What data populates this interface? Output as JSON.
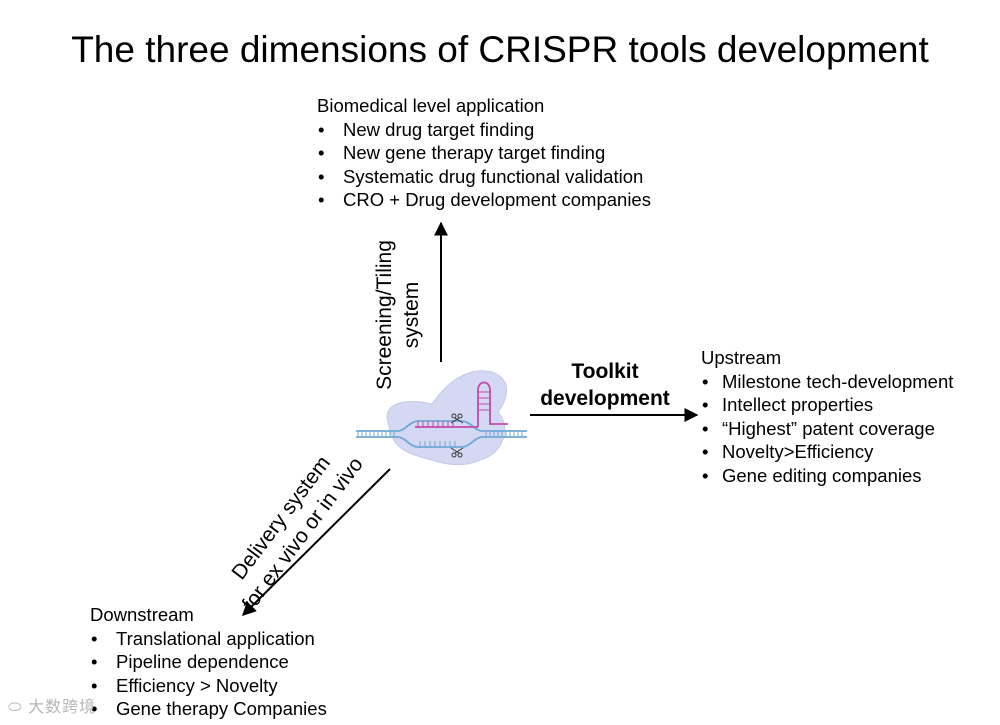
{
  "title": "The three dimensions of CRISPR tools development",
  "top": {
    "heading": "Biomedical level application",
    "items": [
      "New drug target finding",
      "New gene therapy target finding",
      "Systematic drug functional validation",
      "CRO + Drug development companies"
    ]
  },
  "right": {
    "heading": "Upstream",
    "items": [
      "Milestone tech-development",
      "Intellect properties",
      "“Highest” patent coverage",
      "Novelty>Efficiency",
      "Gene editing companies"
    ]
  },
  "bottom": {
    "heading": "Downstream",
    "items": [
      "Translational application",
      "Pipeline dependence",
      "Efficiency > Novelty",
      "Gene therapy Companies"
    ]
  },
  "axes": {
    "screening": [
      "Screening/Tiling",
      "system"
    ],
    "toolkit": [
      "Toolkit",
      "development"
    ],
    "delivery": [
      "Delivery system",
      "for ex vivo or in vivo"
    ]
  },
  "colors": {
    "blob": "#d4d8f2",
    "dna": "#6fa8d6",
    "rna": "#c24aa8",
    "arrow": "#000000"
  },
  "icons": {
    "center": "crispr-cas-complex-icon",
    "scissors": "scissors-icon"
  },
  "watermark": "大数跨境"
}
